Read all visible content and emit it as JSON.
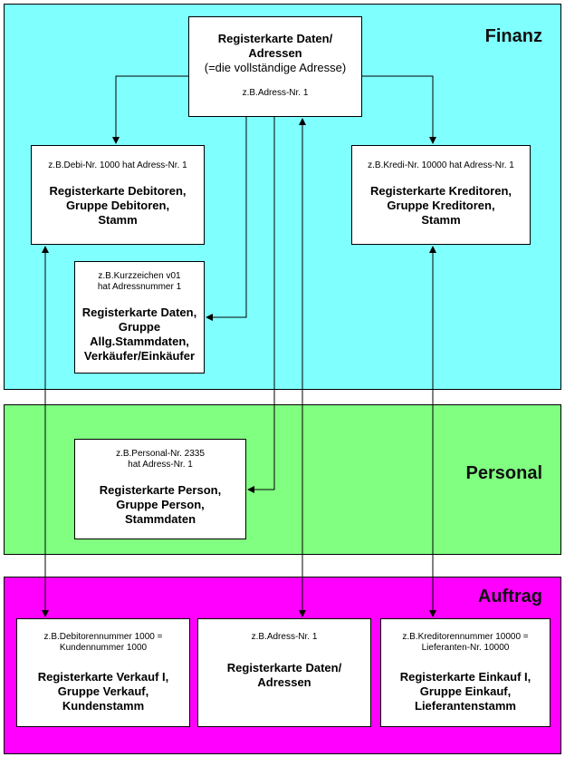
{
  "colors": {
    "finanz": "#80ffff",
    "personal": "#80ff80",
    "auftrag": "#ff00ff"
  },
  "regions": {
    "finanz": "Finanz",
    "personal": "Personal",
    "auftrag": "Auftrag"
  },
  "boxes": {
    "adressen": {
      "title": "Registerkarte Daten/\nAdressen",
      "subtitle": "(=die vollständige Adresse)",
      "note": "z.B.Adress-Nr. 1"
    },
    "debitoren": {
      "note": "z.B.Debi-Nr. 1000 hat Adress-Nr. 1",
      "title": "Registerkarte Debitoren,\nGruppe Debitoren,\nStamm"
    },
    "kreditoren": {
      "note": "z.B.Kredi-Nr. 10000 hat Adress-Nr. 1",
      "title": "Registerkarte Kreditoren,\nGruppe Kreditoren,\nStamm"
    },
    "allg": {
      "note": "z.B.Kurzzeichen v01\nhat  Adressnummer 1",
      "title": "Registerkarte Daten,\nGruppe\nAllg.Stammdaten,\nVerkäufer/Einkäufer"
    },
    "person": {
      "note": "z.B.Personal-Nr. 2335\nhat Adress-Nr. 1",
      "title": "Registerkarte Person,\nGruppe Person,\nStammdaten"
    },
    "verkauf": {
      "note": "z.B.Debitorennummer 1000 =\nKundennummer 1000",
      "title": "Registerkarte Verkauf I,\nGruppe Verkauf,\nKundenstamm"
    },
    "auftrag_adressen": {
      "note": "z.B.Adress-Nr. 1",
      "title": "Registerkarte Daten/\nAdressen"
    },
    "einkauf": {
      "note": "z.B.Kreditorennummer 10000 =\nLieferanten-Nr. 10000",
      "title": "Registerkarte Einkauf I,\nGruppe Einkauf,\nLieferantenstamm"
    }
  }
}
